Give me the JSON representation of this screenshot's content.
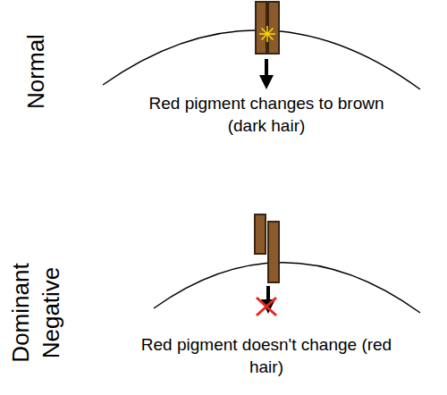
{
  "diagram": {
    "labels": [
      "Normal",
      "Red pigment changes to brown (dark hair)",
      "Dominant Negative",
      "Red pigment doesn't change (red hair)"
    ]
  }
}
